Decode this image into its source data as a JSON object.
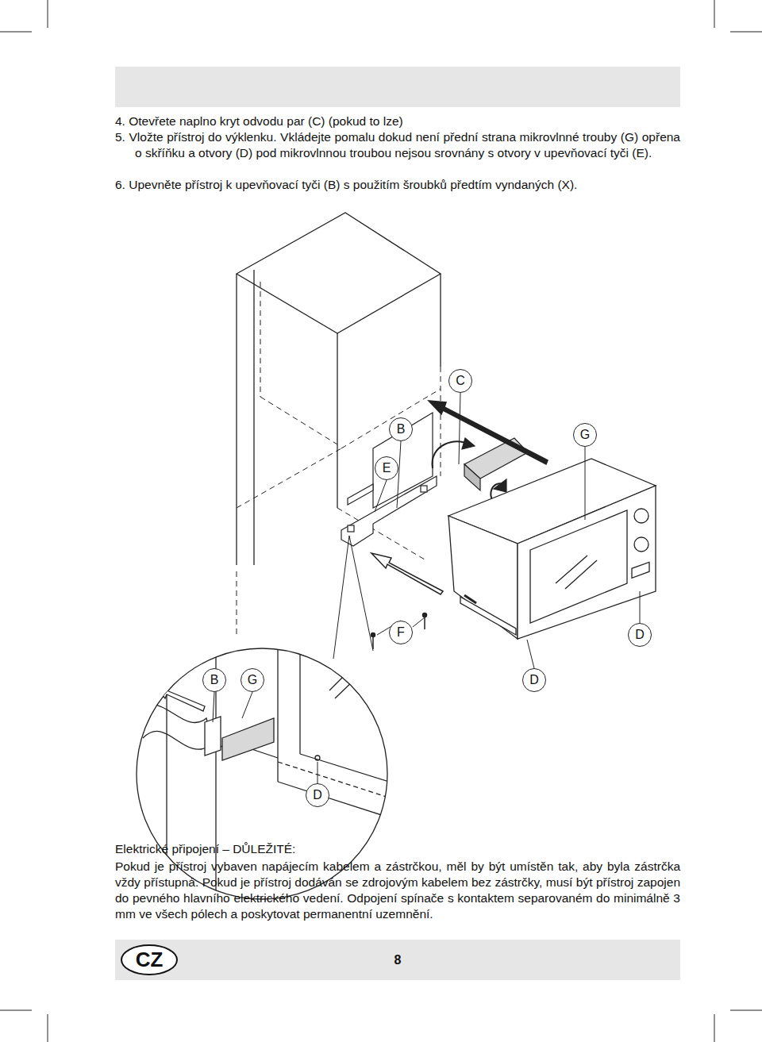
{
  "diagram": {
    "nodes": [
      {
        "text": [
          "C"
        ]
      },
      {
        "text": [
          "B"
        ]
      },
      {
        "text": [
          "G"
        ]
      },
      {
        "text": [
          "E"
        ]
      },
      {
        "text": [
          "F"
        ]
      },
      {
        "text": [
          "D"
        ]
      },
      {
        "text": [
          "B"
        ]
      },
      {
        "text": [
          "G"
        ]
      },
      {
        "text": [
          "D"
        ]
      },
      {
        "text": [
          "D"
        ]
      },
      {
        "text": [
          "8"
        ]
      },
      {
        "text": [
          "CZ"
        ],
        "in": 10
      }
    ],
    "edges": [],
    "labels": [
      "4. Otevřete naplno kryt odvodu par (C) (pokud to lze)",
      "5. Vložte přístroj do výklenku. Vkládejte pomalu dokud není přední strana mikrovlnné trouby (G) opřena o skříňku a otvory (D) pod mikrovlnnou troubou nejsou srovnány s otvory v upevňovací tyči (E).",
      "6. Upevněte přístroj k upevňovací tyči (B) s použitím šroubků předtím vyndaných (X).",
      "Elektrické připojení – DŮLEŽITÉ:",
      "Pokud je přístroj vybaven napájecím kabelem a zástrčkou, měl by být umístěn tak, aby byla zástrčka vždy přístupná. Pokud je přístroj dodáván se zdrojovým kabelem bez zástrčky, musí být přístroj zapojen do pevného hlavního elektrického vedení. Odpojení spínače s kontaktem separovaném do minimálně 3 mm ve všech pólech a poskytovat permanentní uzemnění."
    ]
  }
}
